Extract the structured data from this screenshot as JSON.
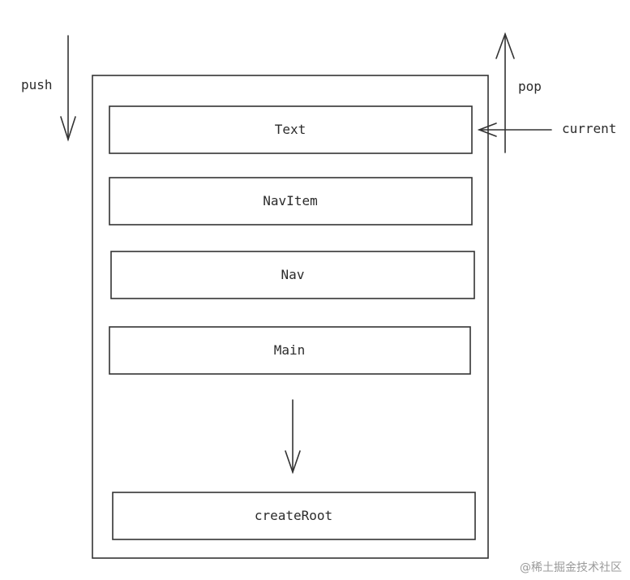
{
  "labels": {
    "push": "push",
    "pop": "pop",
    "current": "current"
  },
  "stack": {
    "frames": [
      {
        "name": "Text"
      },
      {
        "name": "NavItem"
      },
      {
        "name": "Nav"
      },
      {
        "name": "Main"
      },
      {
        "name": "createRoot"
      }
    ]
  },
  "watermark": "@稀土掘金技术社区",
  "colors": {
    "stroke": "#333333",
    "text": "#2b2b2b",
    "watermark": "#9a9a9a",
    "background": "#ffffff"
  }
}
